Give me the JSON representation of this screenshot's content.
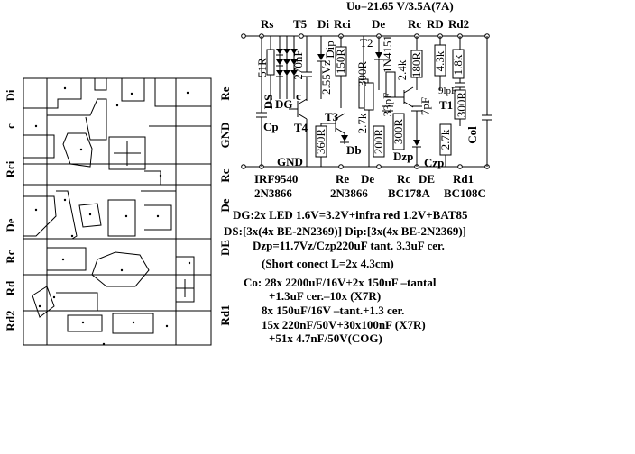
{
  "header": {
    "output_spec": "Uo=21.65 V/3.5A(7A)"
  },
  "pcb_labels": {
    "left": [
      "Di",
      "c",
      "Rci",
      "De",
      "Rc",
      "Rd",
      "Rd2"
    ],
    "right": [
      "Re",
      "GND",
      "Rc",
      "De",
      "DE",
      "Rd1"
    ]
  },
  "schematic": {
    "top_labels": [
      "Rs",
      "T5",
      "Di",
      "Rci",
      "De",
      "Rc",
      "RD",
      "Rd2"
    ],
    "components": {
      "r51": "51R",
      "c270": "270nF",
      "dip": "Dip",
      "v255": "2.55Vz",
      "r150": "150R",
      "t2": "T2",
      "d4151": "1N4151",
      "r300a": "300R",
      "r24k": "2.4k",
      "r180": "180R",
      "r43k": "4.3k",
      "r18k": "1.8k",
      "c9": "9lpF",
      "ds": "DS",
      "c_pin": "c",
      "dg": "DG",
      "cp": "Cp",
      "t3": "T3",
      "t4": "T4",
      "r27ka": "2.7k",
      "c33": "33pF",
      "c7": "7pF",
      "t1": "T1",
      "r300b": "300R",
      "r360": "360R",
      "db": "Db",
      "r200": "200R",
      "r300c": "300R",
      "dzp": "Dzp",
      "r27kb": "2.7k",
      "col": "Col",
      "czp": "Czp"
    },
    "bottom_labels": [
      "GND",
      "Re",
      "De",
      "Rc",
      "DE",
      "Rd1"
    ],
    "parts": [
      "IRF9540",
      "2N3866",
      "2N3866",
      "BC178A",
      "BC108C"
    ]
  },
  "notes": [
    "DG:2x LED 1.6V=3.2V+infra red 1.2V+BAT85",
    "DS:[3x(4x BE-2N2369)] Dip:[3x(4x BE-2N2369)]",
    "Dzp=11.7Vz/Czp220uF tant. 3.3uF cer.",
    "(Short conect L=2x 4.3cm)",
    "Co: 28x 2200uF/16V+2x 150uF –tantal",
    "+1.3uF cer.–10x (X7R)",
    "8x 150uF/16V –tant.+1.3 cer.",
    "15x 220nF/50V+30x100nF (X7R)",
    "+51x 4.7nF/50V(COG)"
  ]
}
